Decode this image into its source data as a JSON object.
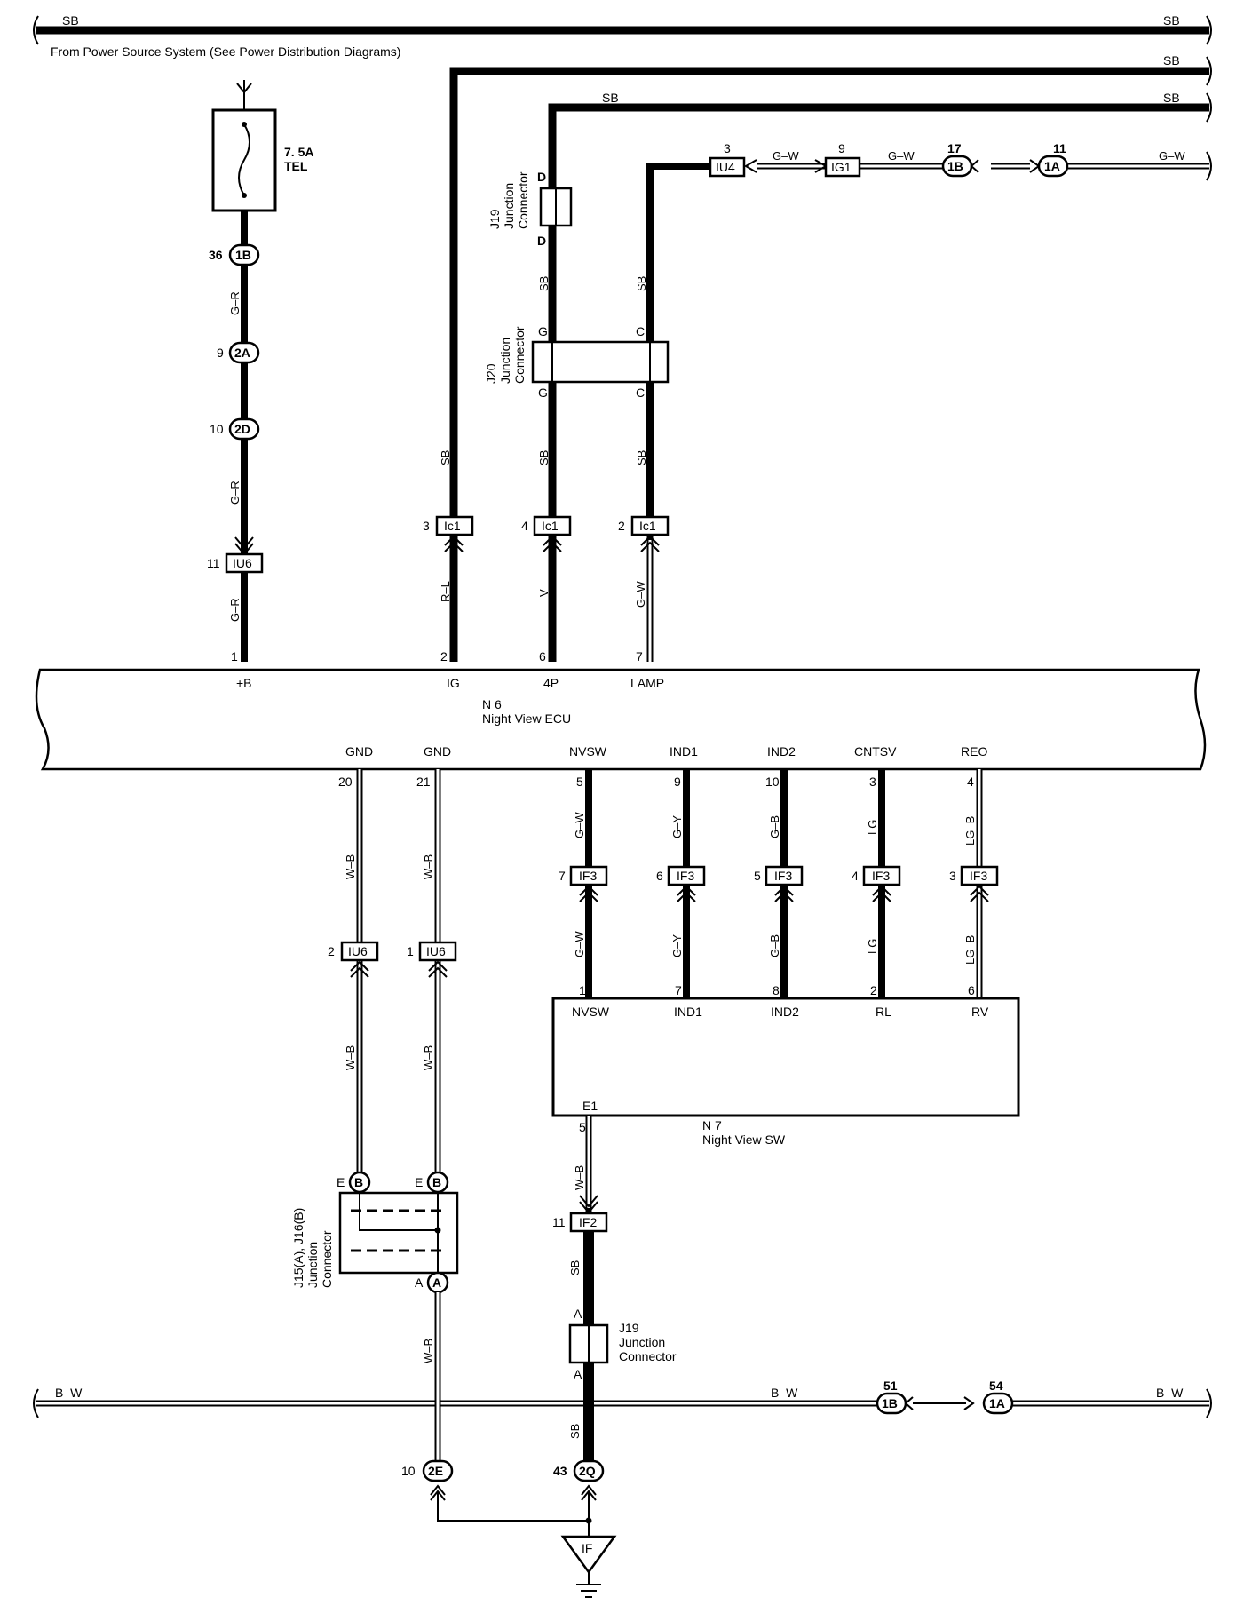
{
  "header": {
    "source_note": "From Power Source System (See Power Distribution Diagrams)"
  },
  "fuse": {
    "rating": "7. 5A",
    "name": "TEL"
  },
  "buses": {
    "sb": "SB",
    "bw": "B–W"
  },
  "ecu": {
    "ref": "N 6",
    "name": "Night View ECU",
    "top_pins": [
      "+B",
      "IG",
      "4P",
      "LAMP"
    ],
    "top_pin_nums": [
      "1",
      "2",
      "6",
      "7"
    ],
    "bottom_pins": [
      "GND",
      "GND",
      "NVSW",
      "IND1",
      "IND2",
      "CNTSV",
      "REO"
    ],
    "bottom_pin_nums": [
      "20",
      "21",
      "5",
      "9",
      "10",
      "3",
      "4"
    ]
  },
  "switch": {
    "ref": "N 7",
    "name": "Night View SW",
    "pins": [
      "NVSW",
      "IND1",
      "IND2",
      "RL",
      "RV",
      "E1"
    ],
    "pin_nums": [
      "1",
      "7",
      "8",
      "2",
      "6",
      "5"
    ]
  },
  "junctions": {
    "j19": {
      "name": "J19",
      "line1": "Junction",
      "line2": "Connector",
      "pin_d": "D",
      "pin_a": "A"
    },
    "j20": {
      "name": "J20",
      "line1": "Junction",
      "line2": "Connector",
      "pin_g": "G",
      "pin_c": "C"
    },
    "j15": {
      "name": "J15(A), J16(B)",
      "line1": "Junction",
      "line2": "Connector",
      "pin_e": "E",
      "pin_b": "B",
      "pin_a": "A"
    }
  },
  "connectors": {
    "b1": "1B",
    "a2": "2A",
    "d2": "2D",
    "iu6": "IU6",
    "ic1": "Ic1",
    "iu4": "IU4",
    "ig1": "IG1",
    "a1": "1A",
    "if3": "IF3",
    "if2": "IF2",
    "e2": "2E",
    "q2": "2Q",
    "ground": "IF"
  },
  "pins": {
    "p36": "36",
    "p9": "9",
    "p10": "10",
    "p11": "11",
    "p3": "3",
    "p4": "4",
    "p2": "2",
    "p17": "17",
    "p7": "7",
    "p6": "6",
    "p5": "5",
    "p1": "1",
    "p51": "51",
    "p54": "54",
    "p43": "43"
  },
  "wires": {
    "gr": "G–R",
    "sb": "SB",
    "rl": "R–L",
    "v": "V",
    "gw": "G–W",
    "wb": "W–B",
    "gy": "G–Y",
    "gb": "G–B",
    "lg": "LG",
    "lgb": "LG–B"
  }
}
